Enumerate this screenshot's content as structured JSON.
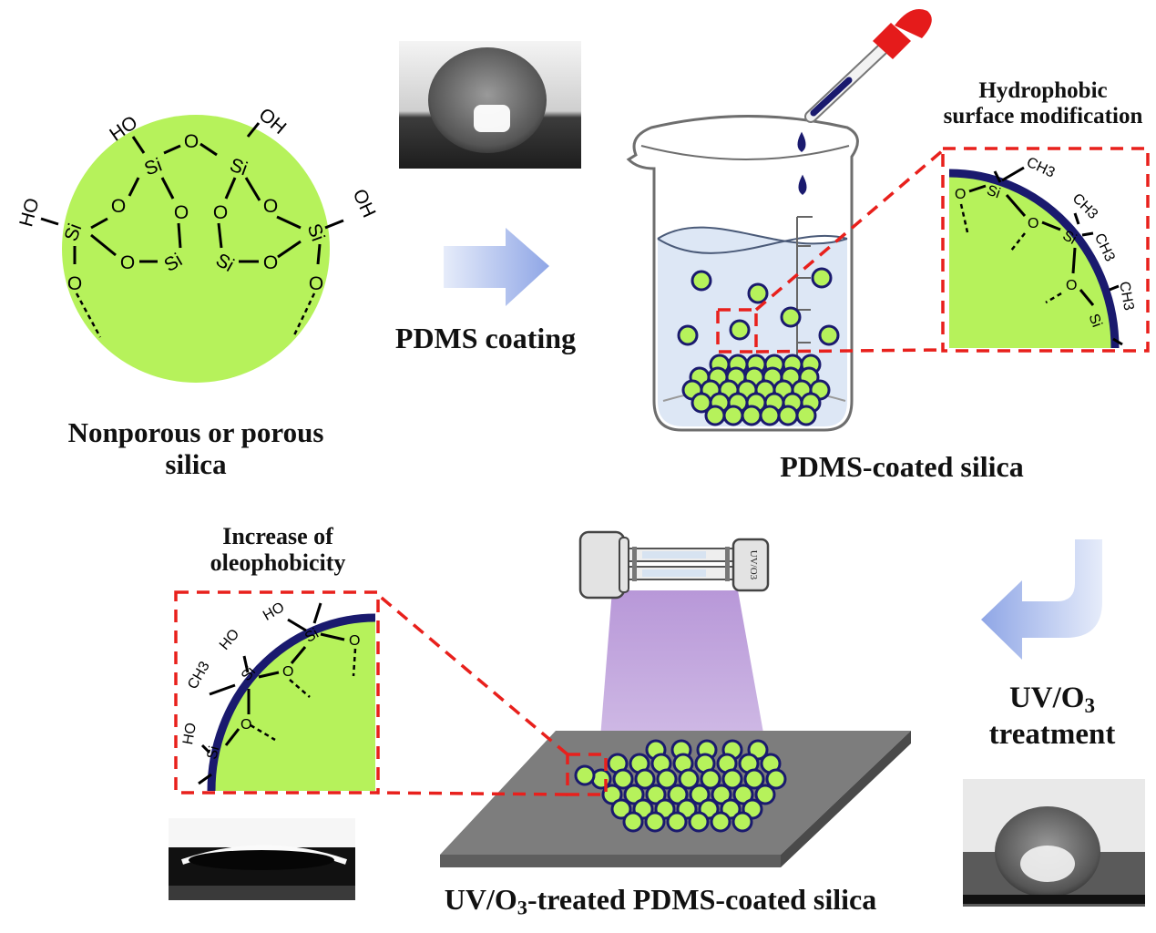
{
  "figure": {
    "labels": {
      "silica": "Nonporous or porous silica",
      "silica_line1": "Nonporous or porous",
      "silica_line2": "silica",
      "pdms_coating": "PDMS coating",
      "hydrophobic_line1": "Hydrophobic",
      "hydrophobic_line2": "surface modification",
      "pdms_coated": "PDMS-coated silica",
      "uv_treatment_line1_main": "UV/O",
      "uv_treatment_line1_sub": "3",
      "uv_treatment_line2": "treatment",
      "oleo_line1": "Increase of",
      "oleo_line2": "oleophobicity",
      "final_main1": "UV/O",
      "final_sub": "3",
      "final_main2": "-treated PDMS-coated silica",
      "lamp_label": "UV/O3"
    },
    "chemistry": {
      "silica_groups": [
        "HO",
        "OH",
        "HO",
        "OH",
        "Si",
        "O"
      ],
      "hydrophobic_groups": [
        "CH3",
        "CH3",
        "CH3",
        "CH3"
      ],
      "oleophobic_groups": [
        "HO",
        "HO",
        "CH3",
        "HO"
      ]
    },
    "photos": {
      "top_droplet": "water droplet on PDMS-coated silica (high contact angle)",
      "bottom_left_droplet": "oil droplet spreading (low contact angle)",
      "bottom_right_droplet": "droplet after UV/O3 treatment"
    },
    "colors": {
      "silica_green": "#b6f25b",
      "coating_navy": "#1a1a6e",
      "zoom_red": "#e8201c",
      "arrow_blue": "#8fa6e6",
      "uv_purple": "#a77fcf",
      "plate_gray": "#7d7d7d",
      "dropper_red": "#e51b1b"
    }
  }
}
